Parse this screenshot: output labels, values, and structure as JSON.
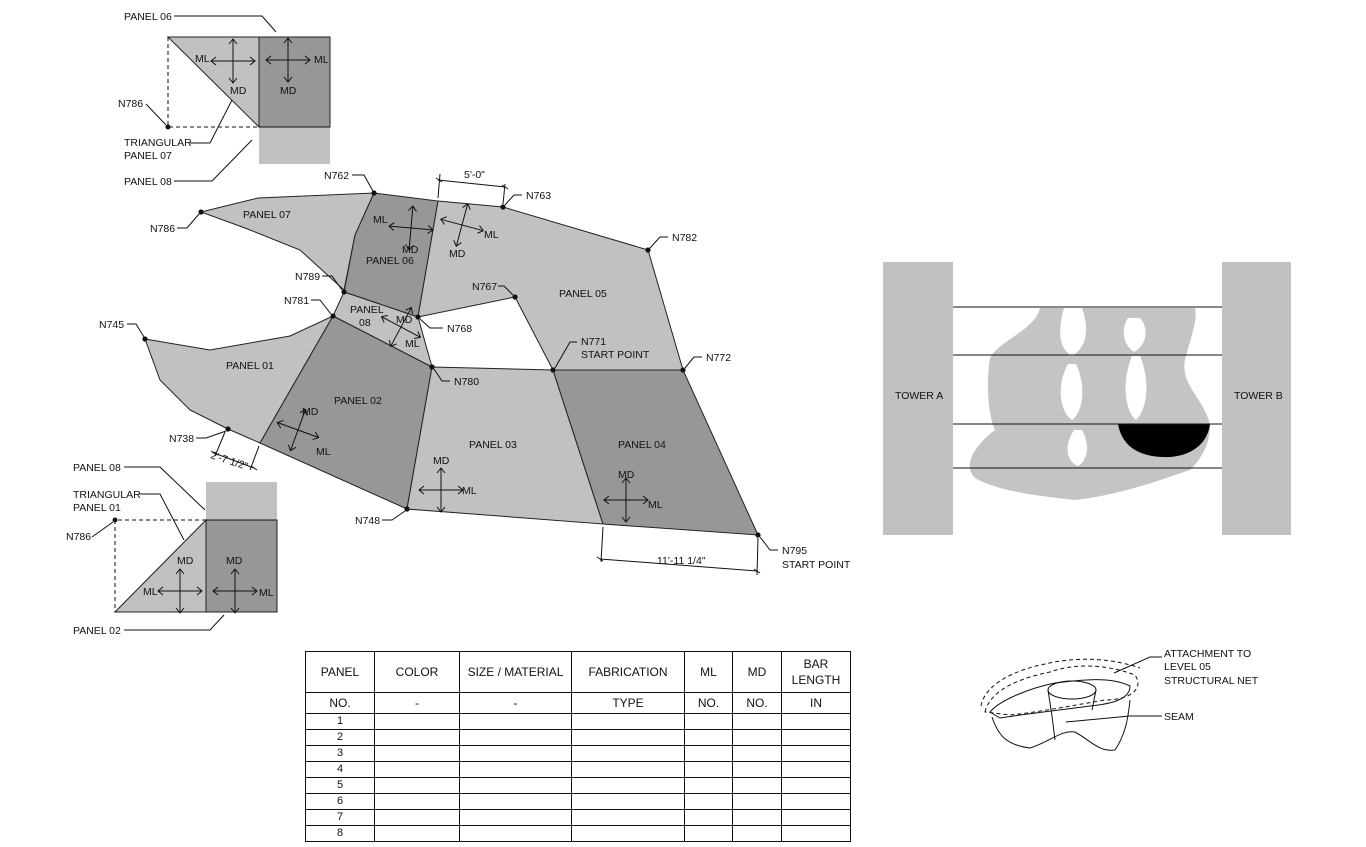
{
  "nodes": {
    "n762": "N762",
    "n763": "N763",
    "n782": "N782",
    "n786": "N786",
    "n789": "N789",
    "n781": "N781",
    "n767": "N767",
    "n768": "N768",
    "n745": "N745",
    "n771": "N771",
    "n772": "N772",
    "n780": "N780",
    "n738": "N738",
    "n748": "N748",
    "n795": "N795",
    "start_point": "START POINT"
  },
  "panels": {
    "p01": "PANEL 01",
    "p02": "PANEL 02",
    "p03": "PANEL 03",
    "p04": "PANEL 04",
    "p05": "PANEL 05",
    "p06": "PANEL 06",
    "p07": "PANEL 07",
    "p08_line1": "PANEL",
    "p08_line2": "08"
  },
  "directions": {
    "ml": "ML",
    "md": "MD"
  },
  "dimensions": {
    "top": "5'-0\"",
    "left": "2'-7 1/2\"",
    "bottom": "11'-11 1/4\""
  },
  "detail_top": {
    "panel06": "PANEL 06",
    "triangular_l1": "TRIANGULAR",
    "triangular_l2": "PANEL 07",
    "panel08": "PANEL 08"
  },
  "detail_bottom": {
    "panel08": "PANEL 08",
    "triangular_l1": "TRIANGULAR",
    "triangular_l2": "PANEL 01",
    "panel02": "PANEL 02"
  },
  "towers": {
    "a": "TOWER A",
    "b": "TOWER B"
  },
  "iso": {
    "attach_l1": "ATTACHMENT TO",
    "attach_l2": "LEVEL 05",
    "attach_l3": "STRUCTURAL NET",
    "seam": "SEAM"
  },
  "schedule": {
    "headers": [
      "PANEL",
      "COLOR",
      "SIZE / MATERIAL",
      "FABRICATION",
      "ML",
      "MD",
      "BAR LENGTH"
    ],
    "subheaders": [
      "NO.",
      "-",
      "-",
      "TYPE",
      "NO.",
      "NO.",
      "IN"
    ],
    "rows": [
      "1",
      "2",
      "3",
      "4",
      "5",
      "6",
      "7",
      "8"
    ]
  }
}
